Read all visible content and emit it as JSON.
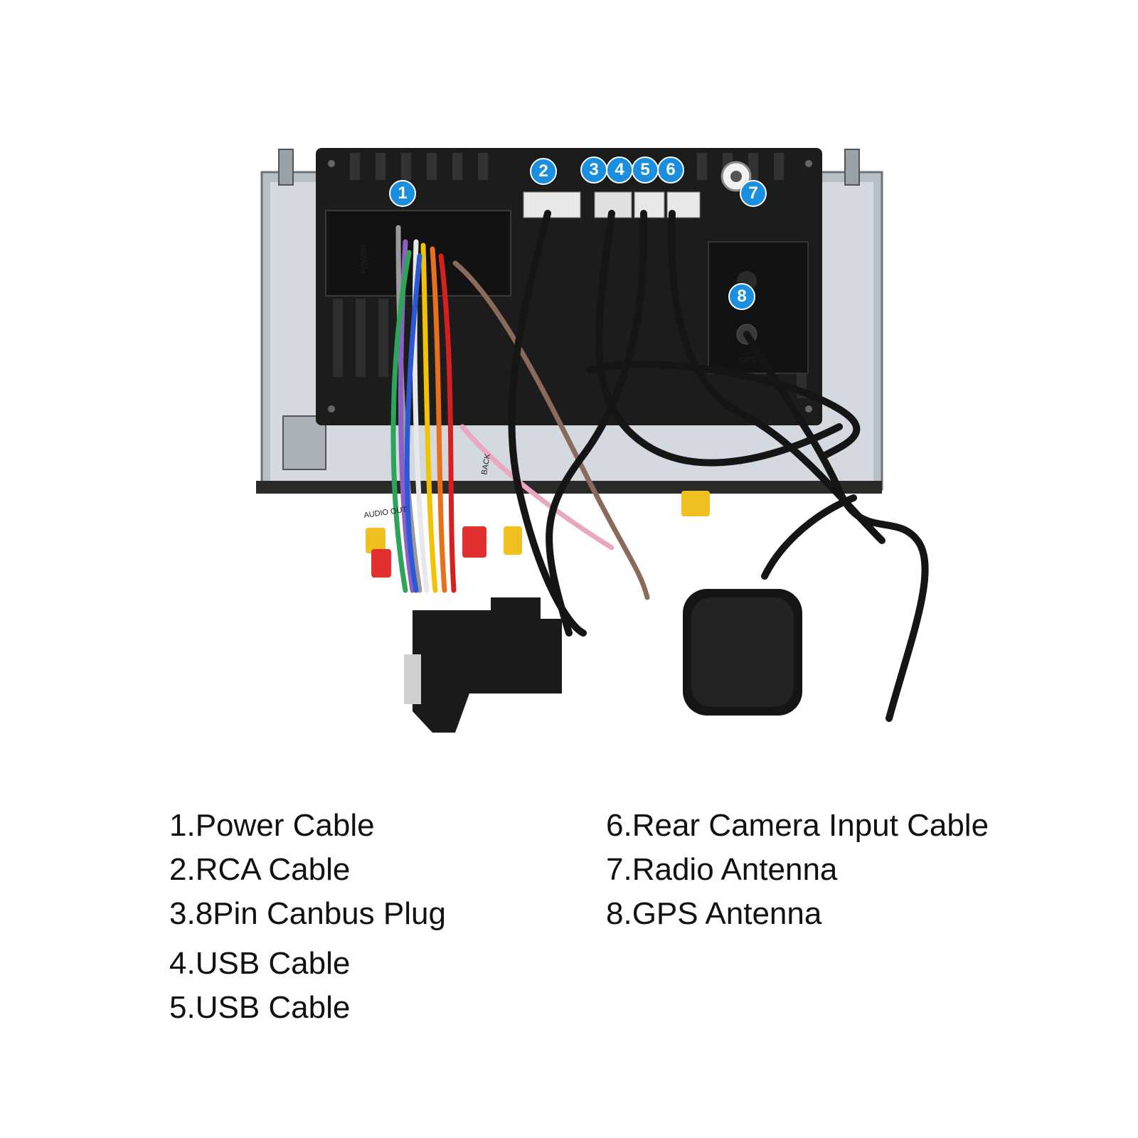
{
  "callouts": [
    "1",
    "2",
    "3",
    "4",
    "5",
    "6",
    "7",
    "8"
  ],
  "device_labels": {
    "power": "POWER",
    "gps": "GPS",
    "audio_out": "AUDIO OUT",
    "back": "BACK"
  },
  "legend": {
    "left": [
      "1.Power Cable",
      "2.RCA Cable",
      "3.8Pin Canbus Plug",
      "4.USB Cable",
      "5.USB Cable"
    ],
    "right": [
      "6.Rear Camera Input Cable",
      "7.Radio Antenna",
      "8.GPS Antenna"
    ]
  },
  "colors": {
    "callout": "#1a8fe0",
    "housing": "#1c1c1c",
    "chassis": "#c9cfd4",
    "background": "#ffffff"
  }
}
